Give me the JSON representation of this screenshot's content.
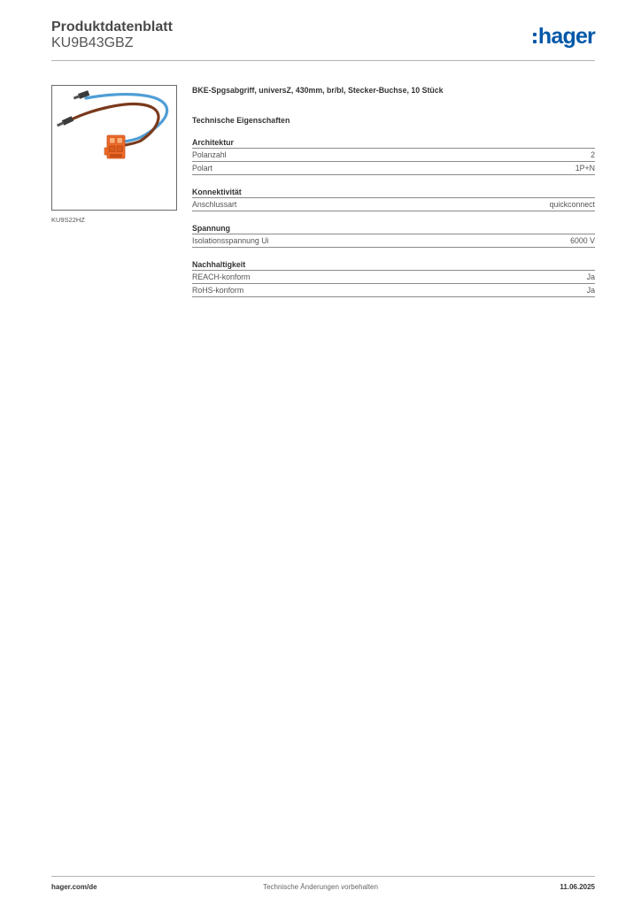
{
  "header": {
    "title": "Produktdatenblatt",
    "product_code": "KU9B43GBZ",
    "logo_text": "hager",
    "logo_color": "#0058a8"
  },
  "image": {
    "caption": "KU9S22HZ",
    "icon": "cable-with-connector-photo"
  },
  "product": {
    "description": "BKE-Spgsabgriff, universZ, 430mm, br/bl, Stecker-Buchse, 10 Stück",
    "section_title": "Technische Eigenschaften",
    "groups": [
      {
        "title": "Architektur",
        "rows": [
          {
            "label": "Polanzahl",
            "value": "2"
          },
          {
            "label": "Polart",
            "value": "1P+N"
          }
        ]
      },
      {
        "title": "Konnektivität",
        "rows": [
          {
            "label": "Anschlussart",
            "value": "quickconnect"
          }
        ]
      },
      {
        "title": "Spannung",
        "rows": [
          {
            "label": "Isolationsspannung Ui",
            "value": "6000 V"
          }
        ]
      },
      {
        "title": "Nachhaltigkeit",
        "rows": [
          {
            "label": "REACH-konform",
            "value": "Ja"
          },
          {
            "label": "RoHS-konform",
            "value": "Ja"
          }
        ]
      }
    ]
  },
  "footer": {
    "website": "hager.com/de",
    "notice": "Technische Änderungen vorbehalten",
    "date": "11.06.2025"
  },
  "colors": {
    "cable_brown": "#7a3a1c",
    "cable_blue": "#4f9ed6",
    "connector_orange": "#ee6b2a"
  }
}
